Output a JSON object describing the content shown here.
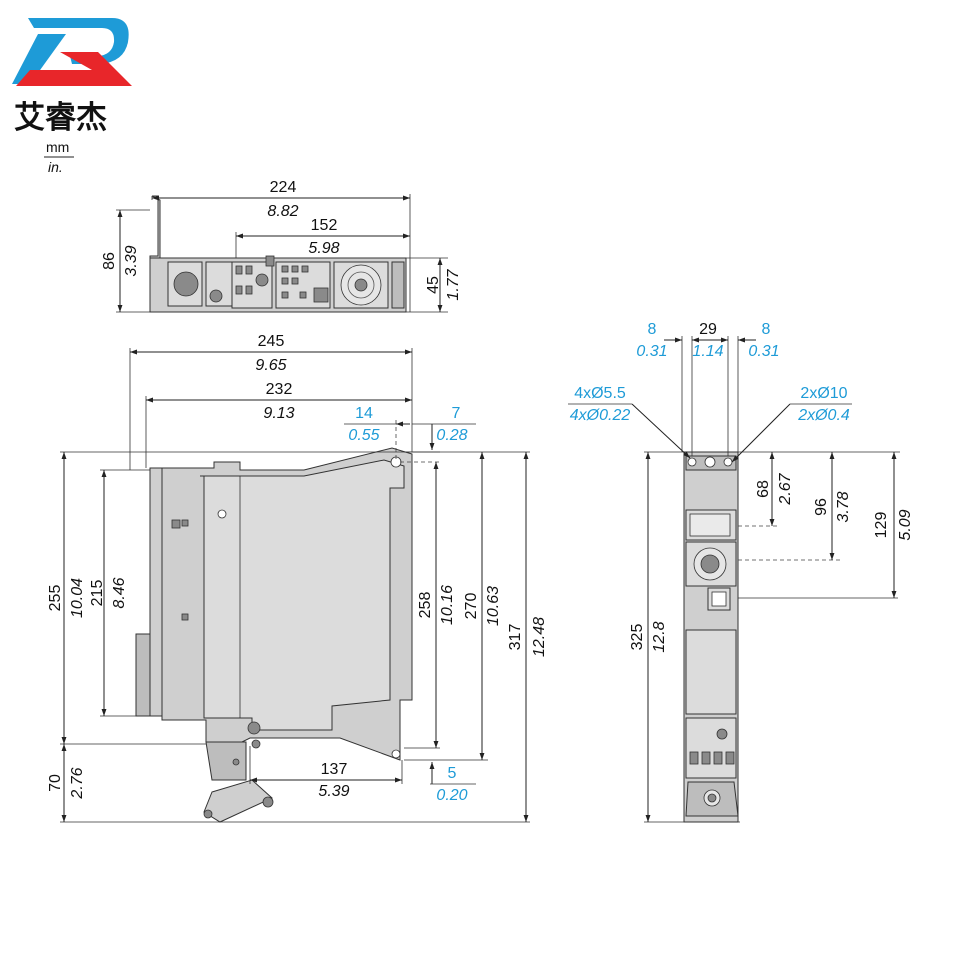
{
  "brand": {
    "company_name": "艾睿杰",
    "colors": {
      "red": "#e8262a",
      "blue": "#1e9bd7"
    }
  },
  "units": {
    "primary": "mm",
    "secondary": "in."
  },
  "top_view": {
    "overall_width": {
      "mm": "224",
      "in": "8.82"
    },
    "inner_width": {
      "mm": "152",
      "in": "5.98"
    },
    "overall_depth": {
      "mm": "86",
      "in": "3.39"
    },
    "body_depth": {
      "mm": "45",
      "in": "1.77"
    }
  },
  "side_view": {
    "total_width": {
      "mm": "245",
      "in": "9.65"
    },
    "body_width": {
      "mm": "232",
      "in": "9.13"
    },
    "offset_14": {
      "mm": "14",
      "in": "0.55"
    },
    "offset_7": {
      "mm": "7",
      "in": "0.28"
    },
    "height_255": {
      "mm": "255",
      "in": "10.04"
    },
    "height_215": {
      "mm": "215",
      "in": "8.46"
    },
    "height_70": {
      "mm": "70",
      "in": "2.76"
    },
    "height_258": {
      "mm": "258",
      "in": "10.16"
    },
    "height_270": {
      "mm": "270",
      "in": "10.63"
    },
    "height_317": {
      "mm": "317",
      "in": "12.48"
    },
    "width_137": {
      "mm": "137",
      "in": "5.39"
    },
    "offset_5": {
      "mm": "5",
      "in": "0.20"
    }
  },
  "front_view": {
    "left_margin": {
      "mm": "8",
      "in": "0.31"
    },
    "hole_spacing": {
      "mm": "29",
      "in": "1.14"
    },
    "right_margin": {
      "mm": "8",
      "in": "0.31"
    },
    "small_holes": {
      "mm": "4xØ5.5",
      "in": "4xØ0.22"
    },
    "large_holes": {
      "mm": "2xØ10",
      "in": "2xØ0.4"
    },
    "depth_68": {
      "mm": "68",
      "in": "2.67"
    },
    "depth_96": {
      "mm": "96",
      "in": "3.78"
    },
    "depth_129": {
      "mm": "129",
      "in": "5.09"
    },
    "total_height": {
      "mm": "325",
      "in": "12.8"
    }
  }
}
